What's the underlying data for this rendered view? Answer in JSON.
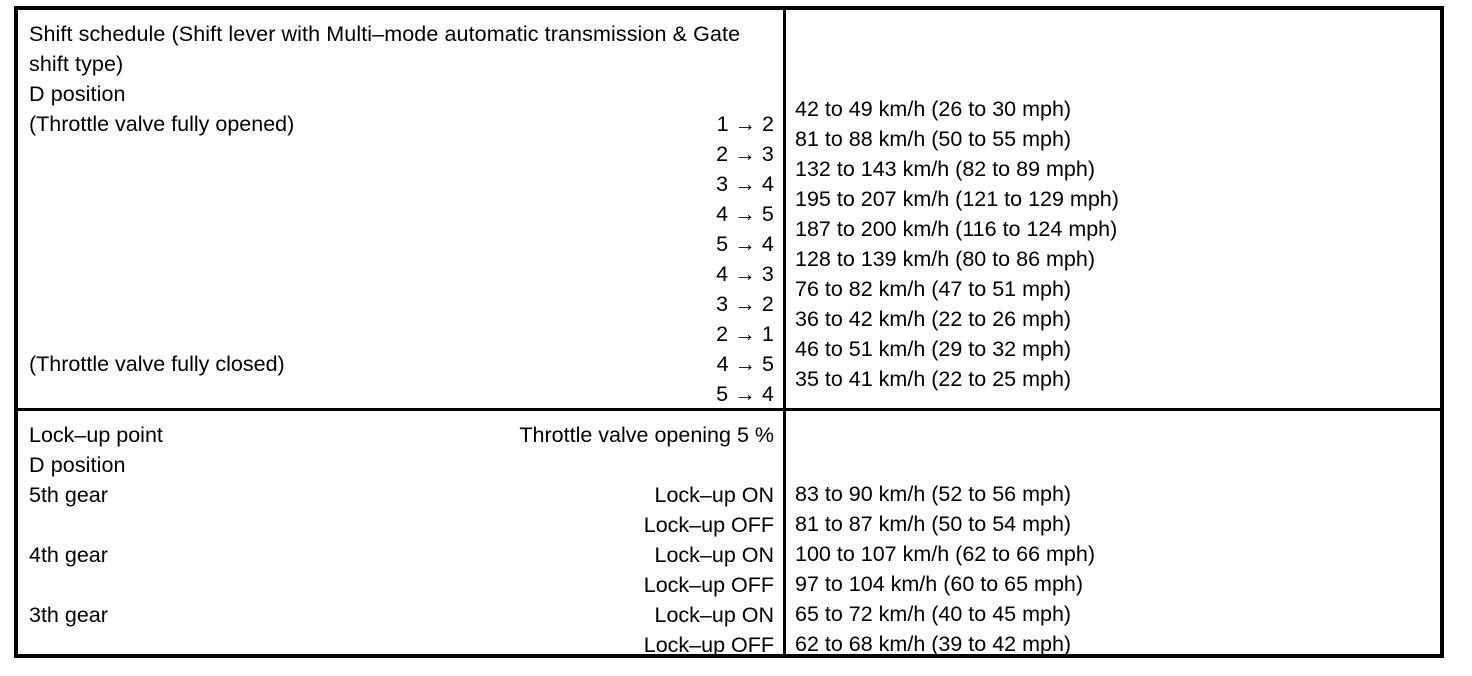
{
  "document": {
    "title": "Automatic transmission shift schedule and lock-up point specification table"
  },
  "shift_section": {
    "heading_line_1": "Shift schedule (Shift lever with Multi–mode automatic transmission & Gate",
    "heading_line_2": "shift type)",
    "position_label": "D position",
    "throttle_open_label": "(Throttle valve fully opened)",
    "throttle_closed_label": "(Throttle valve fully closed)",
    "shifts": [
      "1 → 2",
      "2 → 3",
      "3 → 4",
      "4 → 5",
      "5 → 4",
      "4 → 3",
      "3 → 2",
      "2 → 1",
      "4 → 5",
      "5 → 4"
    ],
    "speeds": [
      "42 to 49 km/h (26 to 30 mph)",
      "81 to 88 km/h (50 to 55 mph)",
      "132 to 143 km/h (82 to 89 mph)",
      "195 to 207 km/h (121 to 129 mph)",
      "187 to 200 km/h (116 to 124 mph)",
      "128 to 139 km/h (80 to 86 mph)",
      "76 to 82 km/h (47 to 51 mph)",
      "36 to 42 km/h (22 to 26 mph)",
      "46 to 51 km/h (29 to 32 mph)",
      "35 to 41 km/h (22 to 25 mph)"
    ]
  },
  "lockup_section": {
    "heading": "Lock–up point",
    "throttle_opening": "Throttle valve opening 5 %",
    "position_label": "D position",
    "gears": [
      "5th gear",
      "",
      "4th gear",
      "",
      "3th gear",
      ""
    ],
    "states": [
      "Lock–up ON",
      "Lock–up OFF",
      "Lock–up ON",
      "Lock–up OFF",
      "Lock–up ON",
      "Lock–up OFF"
    ],
    "speeds": [
      "83 to 90 km/h (52 to 56 mph)",
      "81 to 87 km/h (50 to 54 mph)",
      "100 to 107 km/h (62 to 66 mph)",
      "97 to 104 km/h (60 to 65 mph)",
      "65 to 72 km/h (40 to 45 mph)",
      "62 to 68 km/h (39 to 42 mph)"
    ]
  },
  "colors": {
    "text": "#000000",
    "background": "#ffffff",
    "border": "#000000"
  }
}
